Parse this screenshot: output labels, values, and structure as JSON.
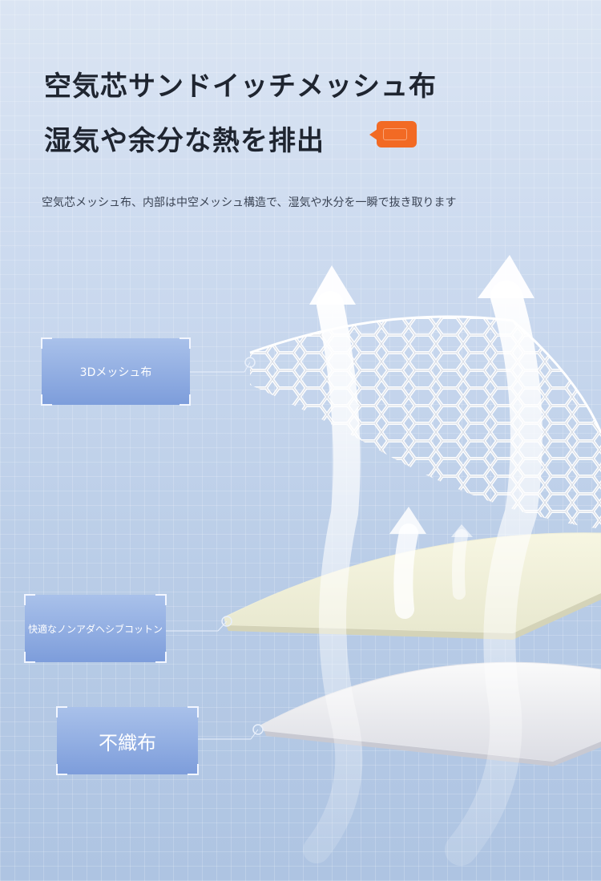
{
  "headline": {
    "line1": "空気芯サンドイッチメッシュ布",
    "line2": "湿気や余分な熱を排出"
  },
  "description": "空気芯メッシュ布、内部は中空メッシュ構造で、湿気や水分を一瞬で抜き取ります",
  "layers": [
    {
      "label": "3Dメッシュ布"
    },
    {
      "label": "快適なノンアダヘシブコットン"
    },
    {
      "label": "不織布"
    }
  ],
  "colors": {
    "accent_tag": "#f26a24",
    "label_fill": "#8aa8df",
    "headline_text": "#1f2530"
  }
}
